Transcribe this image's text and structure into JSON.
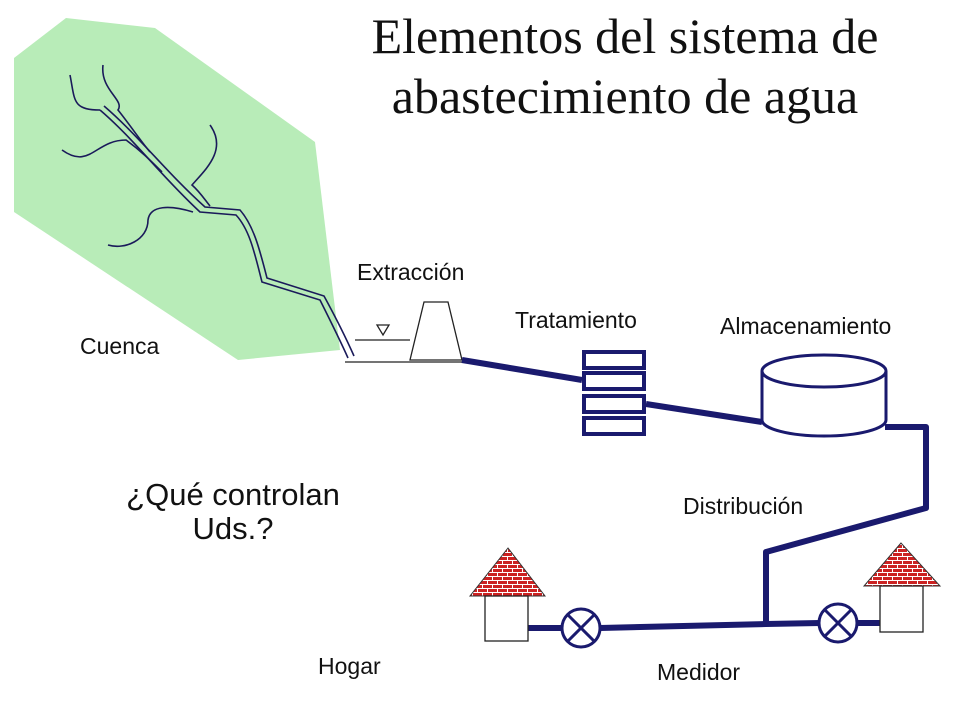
{
  "title": {
    "line1": "Elementos del sistema de",
    "line2": "abastecimiento de agua"
  },
  "labels": {
    "cuenca": "Cuenca",
    "extraccion": "Extracción",
    "tratamiento": "Tratamiento",
    "almacenamiento": "Almacenamiento",
    "distribucion": "Distribución",
    "hogar": "Hogar",
    "medidor": "Medidor"
  },
  "question": {
    "line1": "¿Qué controlan",
    "line2": "Uds.?"
  },
  "colors": {
    "watershed": "#b8ecb8",
    "pipe": "#1a1a6e",
    "river": "#1a1a5a",
    "roof": "#cc2222",
    "brick_mortar": "#ffffff"
  }
}
